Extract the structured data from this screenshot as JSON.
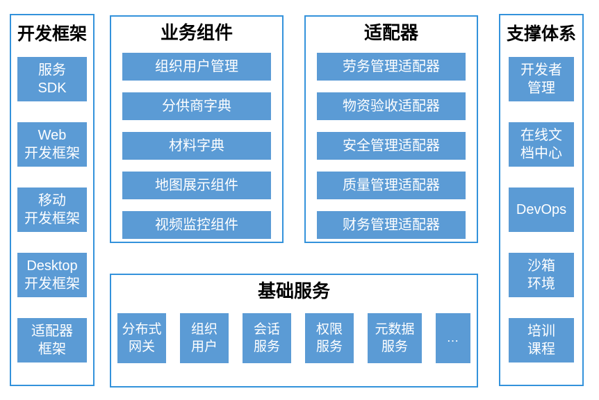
{
  "diagram": {
    "colors": {
      "box_fill": "#5B9BD5",
      "panel_border": "#3392DB",
      "box_text": "#FFFFFF",
      "title_text": "#000000",
      "background": "#FFFFFF"
    },
    "panels": {
      "dev": {
        "title": "开发框架",
        "items": [
          "服务\nSDK",
          "Web\n开发框架",
          "移动\n开发框架",
          "Desktop\n开发框架",
          "适配器\n框架"
        ]
      },
      "biz": {
        "title": "业务组件",
        "items": [
          "组织用户管理",
          "分供商字典",
          "材料字典",
          "地图展示组件",
          "视频监控组件"
        ]
      },
      "adapter": {
        "title": "适配器",
        "items": [
          "劳务管理适配器",
          "物资验收适配器",
          "安全管理适配器",
          "质量管理适配器",
          "财务管理适配器"
        ]
      },
      "base": {
        "title": "基础服务",
        "items": [
          "分布式\n网关",
          "组织\n用户",
          "会话\n服务",
          "权限\n服务",
          "元数据\n服务",
          "…"
        ]
      },
      "support": {
        "title": "支撑体系",
        "items": [
          "开发者\n管理",
          "在线文\n档中心",
          "DevOps",
          "沙箱\n环境",
          "培训\n课程"
        ]
      }
    }
  }
}
